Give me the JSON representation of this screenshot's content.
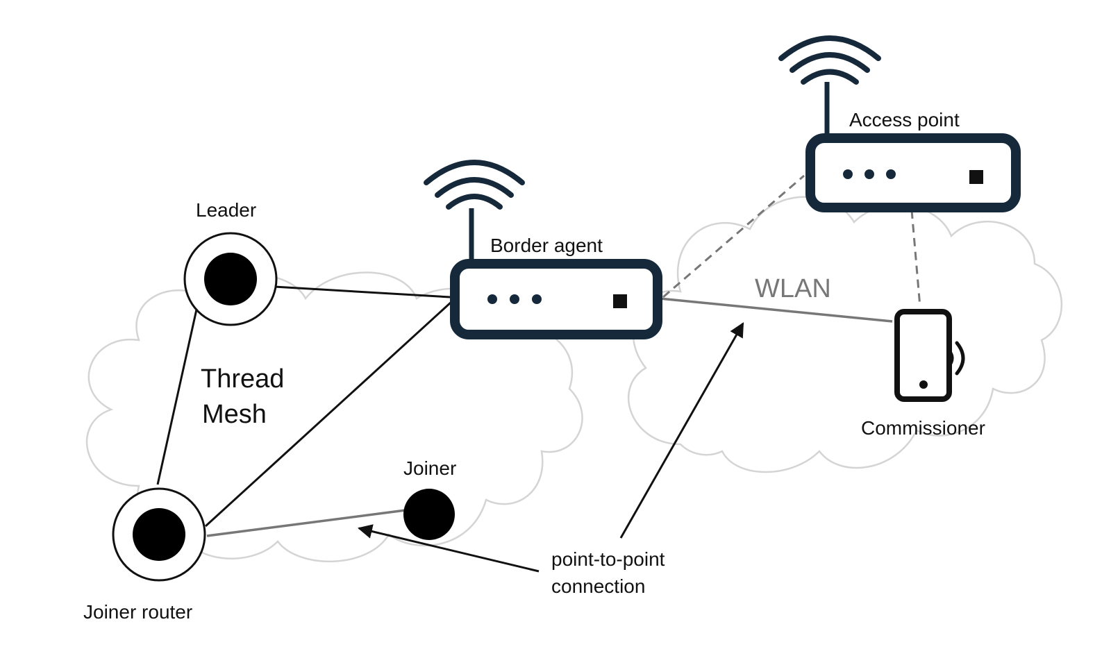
{
  "labels": {
    "leader": "Leader",
    "border_agent": "Border agent",
    "access_point": "Access point",
    "wlan": "WLAN",
    "commissioner": "Commissioner",
    "thread_line1": "Thread",
    "thread_line2": "Mesh",
    "joiner": "Joiner",
    "joiner_router": "Joiner router",
    "p2p_line1": "point-to-point",
    "p2p_line2": "connection"
  },
  "colors": {
    "device_stroke": "#15293b",
    "cloud_stroke": "#d4d4d4",
    "grey_link": "#777777",
    "node_fill": "#000000"
  },
  "icons": [
    "wifi-signal-icon",
    "router-icon",
    "smartphone-icon",
    "nfc-wave-icon",
    "cloud-icon"
  ]
}
